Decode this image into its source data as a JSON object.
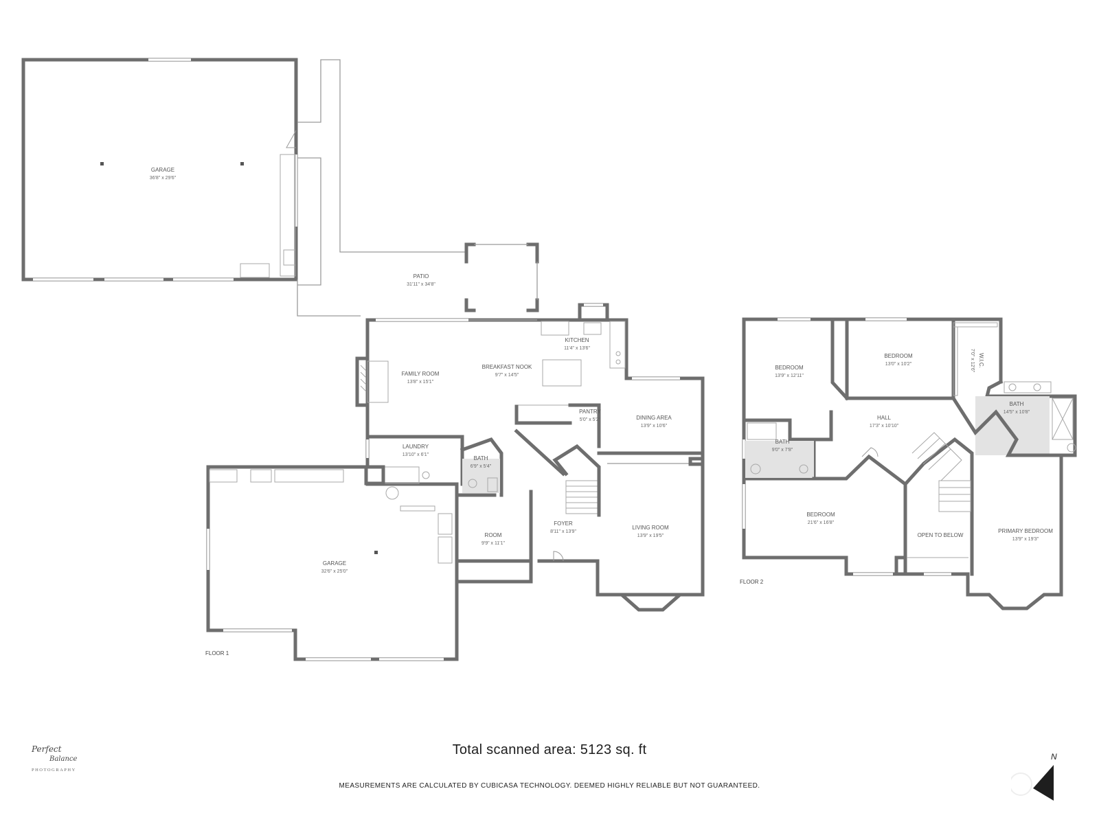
{
  "rooms": {
    "garage_detached": {
      "name": "GARAGE",
      "dims": "36'8\" x 29'6\""
    },
    "patio": {
      "name": "PATIO",
      "dims": "31'11\" x 34'8\""
    },
    "kitchen": {
      "name": "KITCHEN",
      "dims": "11'4\" x 13'6\""
    },
    "breakfast_nook": {
      "name": "BREAKFAST NOOK",
      "dims": "9'7\" x 14'5\""
    },
    "family_room": {
      "name": "FAMILY ROOM",
      "dims": "13'8\" x 15'1\""
    },
    "pantry": {
      "name": "PANTRY",
      "dims": "5'0\" x 5'2\""
    },
    "dining_area": {
      "name": "DINING AREA",
      "dims": "13'9\" x 10'6\""
    },
    "laundry": {
      "name": "LAUNDRY",
      "dims": "13'10\" x 6'1\""
    },
    "bath_f1": {
      "name": "BATH",
      "dims": "6'9\" x 5'4\""
    },
    "room": {
      "name": "ROOM",
      "dims": "9'9\" x 11'1\""
    },
    "foyer": {
      "name": "FOYER",
      "dims": "8'11\" x 13'9\""
    },
    "living_room": {
      "name": "LIVING ROOM",
      "dims": "13'9\" x 19'5\""
    },
    "garage_attached": {
      "name": "GARAGE",
      "dims": "32'6\" x 25'0\""
    },
    "bedroom_a": {
      "name": "BEDROOM",
      "dims": "13'9\" x 12'11\""
    },
    "bedroom_b": {
      "name": "BEDROOM",
      "dims": "13'0\" x 10'2\""
    },
    "wic": {
      "name": "W.I.C.",
      "dims": "7'0\" x 12'6\""
    },
    "hall": {
      "name": "HALL",
      "dims": "17'3\" x 10'10\""
    },
    "bath_primary": {
      "name": "BATH",
      "dims": "14'5\" x 10'8\""
    },
    "bath_f2": {
      "name": "BATH",
      "dims": "9'0\" x 7'8\""
    },
    "bedroom_c": {
      "name": "BEDROOM",
      "dims": "21'6\" x 16'8\""
    },
    "open_to_below": {
      "name": "OPEN TO BELOW"
    },
    "primary_bedroom": {
      "name": "PRIMARY BEDROOM",
      "dims": "13'9\" x 19'3\""
    }
  },
  "floor_labels": {
    "floor1": "FLOOR 1",
    "floor2": "FLOOR 2"
  },
  "footer": {
    "total_area": "Total scanned area: 5123 sq. ft",
    "disclaimer": "MEASUREMENTS ARE CALCULATED BY CUBICASA TECHNOLOGY. DEEMED HIGHLY RELIABLE BUT NOT GUARANTEED."
  },
  "logo": {
    "line1": "Perfect",
    "line2": "Balance",
    "line3": "PHOTOGRAPHY"
  },
  "compass": {
    "label": "N"
  },
  "colors": {
    "wall": "#6e6e6e",
    "tile": "#e3e3e3",
    "text": "#555555"
  }
}
